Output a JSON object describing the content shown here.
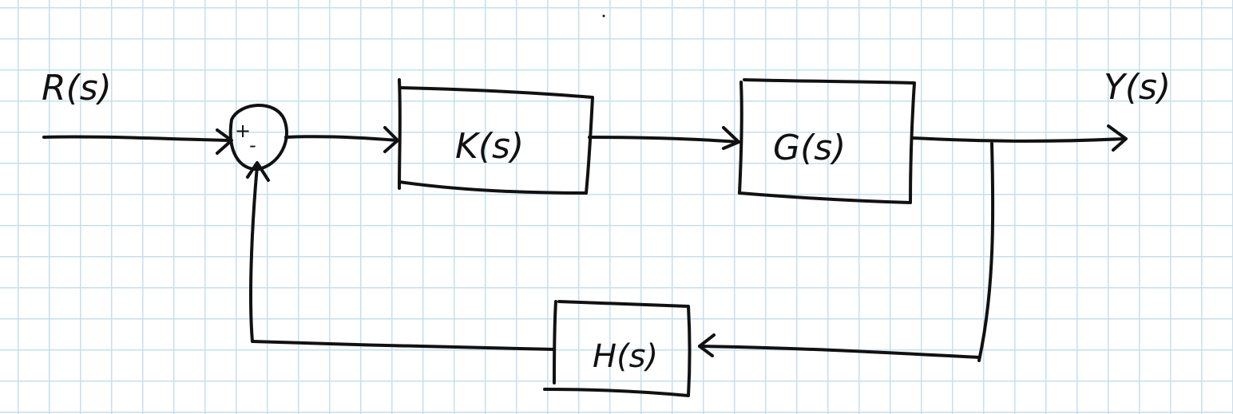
{
  "diagram": {
    "input_label": "R(s)",
    "output_label": "Y(s)",
    "summing_junction": {
      "plus_sign": "+",
      "minus_sign": "-"
    },
    "blocks": {
      "controller": "K(s)",
      "plant": "G(s)",
      "feedback": "H(s)"
    }
  }
}
